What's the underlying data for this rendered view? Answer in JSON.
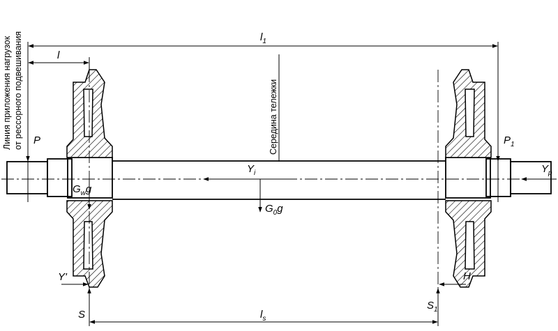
{
  "labels": {
    "load_line": [
      "Линия приложения нагрузок",
      "от рессорного подвешивания"
    ],
    "bogie_middle": "Середина тележки",
    "l1": "l",
    "l1_sub": "1",
    "l": "l",
    "ls": "l",
    "ls_sub": "s",
    "P": "P",
    "P1": "P",
    "P1_sub": "1",
    "Yi": "Y",
    "Yi_sub": "i",
    "Yp": "Y",
    "Yp_sub": "p",
    "Gwg": "G",
    "Gwg_sub": "w",
    "Gwg_tail": "g",
    "G0g": "G",
    "G0g_sub": "0",
    "G0g_tail": "g",
    "Yprime": "Y'",
    "H": "H",
    "S": "S",
    "S1": "S",
    "S1_sub": "1"
  }
}
